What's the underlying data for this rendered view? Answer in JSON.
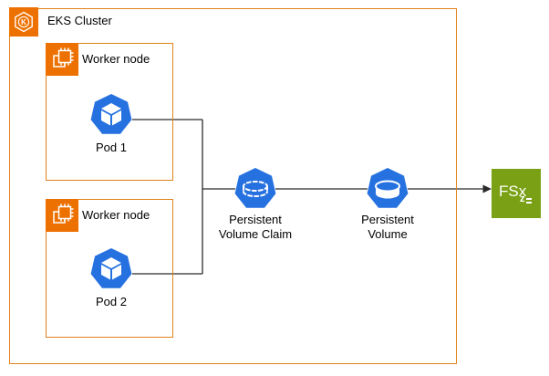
{
  "cluster": {
    "label": "EKS Cluster",
    "icon": "eks-hexagon-k-icon",
    "border_color": "#E0831C"
  },
  "worker_node_1": {
    "label": "Worker node",
    "icon": "cpu-chip-icon",
    "pod_label": "Pod 1",
    "pod_icon": "kubernetes-pod-icon"
  },
  "worker_node_2": {
    "label": "Worker node",
    "icon": "cpu-chip-icon",
    "pod_label": "Pod 2",
    "pod_icon": "kubernetes-pod-icon"
  },
  "pvc": {
    "label_line1": "Persistent",
    "label_line2": "Volume Claim",
    "icon": "persistent-volume-claim-icon"
  },
  "pv": {
    "label_line1": "Persistent",
    "label_line2": "Volume",
    "icon": "persistent-volume-icon"
  },
  "fsx": {
    "label": "FSx",
    "sub_label": "z",
    "icon": "aws-fsx-openzfs-icon",
    "color": "#7AA116"
  },
  "colors": {
    "aws_orange": "#ED7100",
    "box_border_orange": "#E0831C",
    "k8s_blue": "#2671E0",
    "fsx_green": "#7AA116",
    "connector": "#2B2B2B"
  },
  "connections": [
    "Pod 1 -> Persistent Volume Claim",
    "Pod 2 -> Persistent Volume Claim",
    "Persistent Volume Claim -> Persistent Volume",
    "Persistent Volume -> FSx (arrow)"
  ]
}
